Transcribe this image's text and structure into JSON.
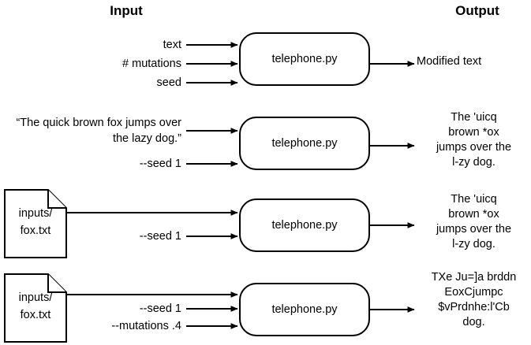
{
  "headers": {
    "input": "Input",
    "output": "Output"
  },
  "process_label": "telephone.py",
  "file_icon_label": "inputs/\nfox.txt",
  "rows": [
    {
      "id": "row-1",
      "inputs": [
        "text",
        "# mutations",
        "seed"
      ],
      "process": "telephone.py",
      "output": "Modified text"
    },
    {
      "id": "row-2",
      "inputs": [
        "“The quick brown fox jumps over the lazy dog.”",
        "--seed 1"
      ],
      "process": "telephone.py",
      "output": "The 'uicq\nbrown *ox\njumps over the\nl-zy dog."
    },
    {
      "id": "row-3",
      "file_label": "inputs/\nfox.txt",
      "inputs": [
        "--seed 1"
      ],
      "process": "telephone.py",
      "output": "The 'uicq\nbrown *ox\njumps over the\nl-zy dog."
    },
    {
      "id": "row-4",
      "file_label": "inputs/\nfox.txt",
      "inputs": [
        "--seed 1",
        "--mutations .4"
      ],
      "process": "telephone.py",
      "output": "TXe Ju=]a brddn\nEoxCjumpc\n$vPrdnhe:l'Cb\ndog."
    }
  ],
  "colors": {
    "stroke": "#000000",
    "background": "#ffffff"
  }
}
